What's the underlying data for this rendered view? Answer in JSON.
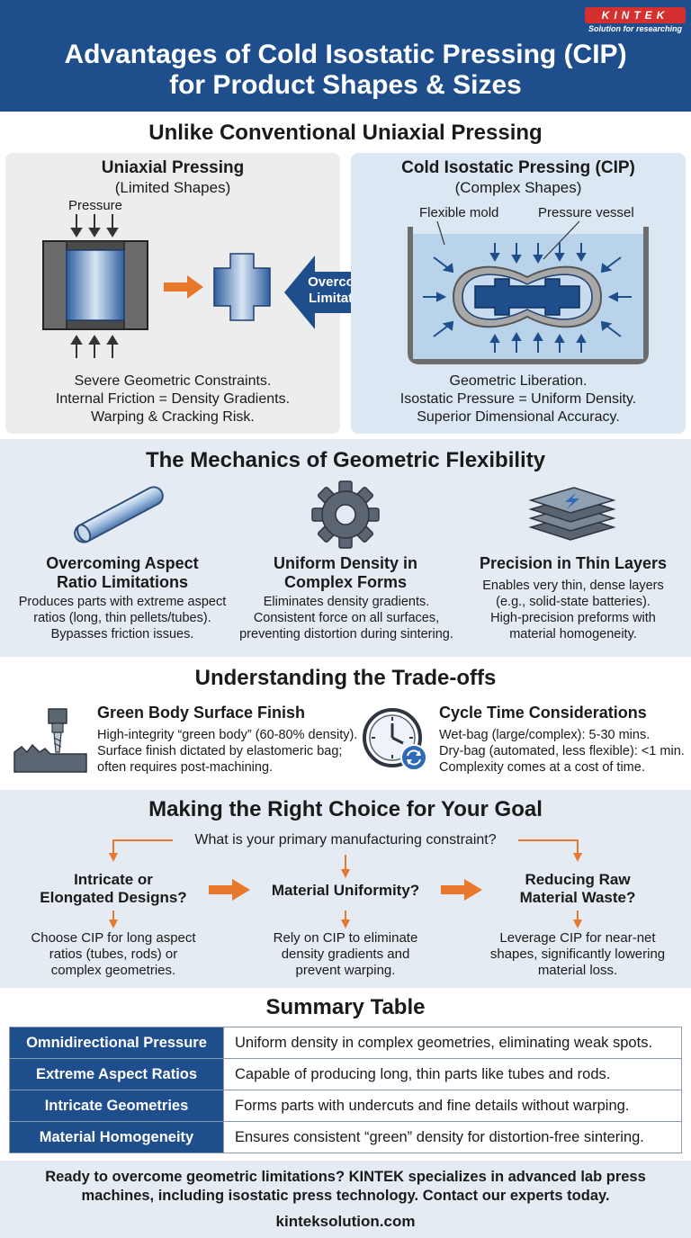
{
  "header": {
    "title_line1": "Advantages of Cold Isostatic Pressing (CIP)",
    "title_line2": "for Product Shapes & Sizes",
    "logo_word": "KINTEK",
    "logo_tagline": "Solution for researching"
  },
  "comparison": {
    "title": "Unlike Conventional Uniaxial Pressing",
    "uniaxial": {
      "title": "Uniaxial Pressing",
      "subtitle": "(Limited Shapes)",
      "pressure_label": "Pressure",
      "desc_lines": [
        "Severe Geometric Constraints.",
        "Internal Friction = Density Gradients.",
        "Warping & Cracking Risk."
      ]
    },
    "middle_arrow": {
      "line1": "Overcomes",
      "line2": "Limitations"
    },
    "cip": {
      "title": "Cold Isostatic Pressing (CIP)",
      "subtitle": "(Complex Shapes)",
      "mold_label": "Flexible mold",
      "vessel_label": "Pressure vessel",
      "desc_lines": [
        "Geometric Liberation.",
        "Isostatic Pressure = Uniform Density.",
        "Superior Dimensional Accuracy."
      ]
    }
  },
  "mechanics": {
    "title": "The Mechanics of Geometric Flexibility",
    "items": [
      {
        "icon": "tube-icon",
        "title_lines": [
          "Overcoming Aspect",
          "Ratio Limitations"
        ],
        "desc_lines": [
          "Produces parts with extreme aspect",
          "ratios (long, thin pellets/tubes).",
          "Bypasses friction issues."
        ]
      },
      {
        "icon": "gear-icon",
        "title_lines": [
          "Uniform Density in",
          "Complex Forms"
        ],
        "desc_lines": [
          "Eliminates density gradients.",
          "Consistent force on all surfaces,",
          "preventing distortion during sintering."
        ]
      },
      {
        "icon": "battery-layers-icon",
        "title_lines": [
          "Precision in Thin Layers"
        ],
        "desc_lines": [
          "Enables very thin, dense layers",
          "(e.g., solid-state batteries).",
          "High-precision preforms with",
          "material homogeneity."
        ]
      }
    ]
  },
  "tradeoffs": {
    "title": "Understanding the Trade-offs",
    "items": [
      {
        "icon": "machining-icon",
        "title": "Green Body Surface Finish",
        "desc_lines": [
          "High-integrity “green body” (60-80% density).",
          "Surface finish dictated by elastomeric bag;",
          "often requires post-machining."
        ]
      },
      {
        "icon": "clock-icon",
        "title": "Cycle Time Considerations",
        "desc_lines": [
          "Wet-bag (large/complex): 5-30 mins.",
          "Dry-bag (automated, less flexible): <1 min.",
          "Complexity comes at a cost of time."
        ]
      }
    ]
  },
  "choice": {
    "title": "Making the Right Choice for Your Goal",
    "question": "What is your primary manufacturing constraint?",
    "items": [
      {
        "title_lines": [
          "Intricate or",
          "Elongated Designs?"
        ],
        "desc_lines": [
          "Choose CIP for long aspect",
          "ratios (tubes, rods) or",
          "complex geometries."
        ]
      },
      {
        "title_lines": [
          "Material Uniformity?"
        ],
        "desc_lines": [
          "Rely on CIP to eliminate",
          "density gradients and",
          "prevent warping."
        ]
      },
      {
        "title_lines": [
          "Reducing Raw",
          "Material Waste?"
        ],
        "desc_lines": [
          "Leverage CIP for near-net",
          "shapes, significantly lowering",
          "material loss."
        ]
      }
    ]
  },
  "summary": {
    "title": "Summary Table",
    "rows": [
      {
        "key": "Omnidirectional Pressure",
        "value": "Uniform density in complex geometries, eliminating weak spots."
      },
      {
        "key": "Extreme Aspect Ratios",
        "value": "Capable of producing long, thin parts like tubes and rods."
      },
      {
        "key": "Intricate Geometries",
        "value": "Forms parts with undercuts and fine details without warping."
      },
      {
        "key": "Material Homogeneity",
        "value": "Ensures consistent “green” density for distortion-free sintering."
      }
    ]
  },
  "footer": {
    "line1": "Ready to overcome geometric limitations? KINTEK specializes in advanced lab press",
    "line2": "machines, including isostatic press technology. Contact our experts today.",
    "url": "kinteksolution.com"
  },
  "colors": {
    "brand_blue": "#1f4e8c",
    "accent_orange": "#e8792c",
    "logo_red": "#d62f2f",
    "panel_blue": "#dbe7f2",
    "panel_gray": "#ededed"
  }
}
